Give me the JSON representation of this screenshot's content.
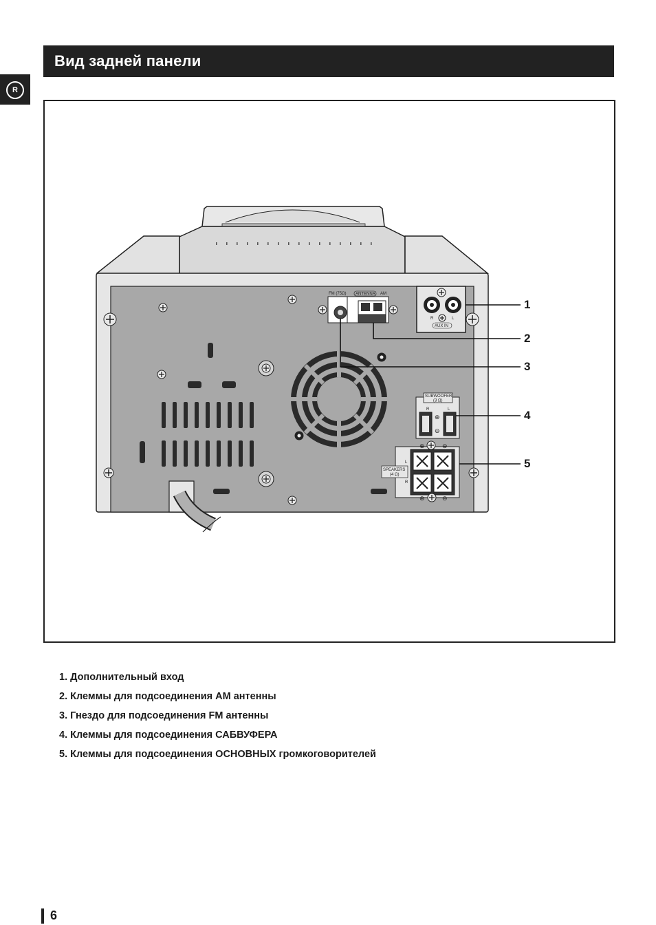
{
  "header": {
    "title": "Вид задней панели"
  },
  "language_tab": {
    "letter": "R"
  },
  "figure": {
    "panel_labels": {
      "fm": "FM (75Ω)",
      "antenna": "ANTENNA",
      "am": "AM",
      "aux_in": "AUX IN",
      "aux_r": "R",
      "aux_l": "L",
      "subwoofer": "SUBWOOFER",
      "subwoofer_imp": "(3 Ω)",
      "sub_r": "R",
      "sub_l": "L",
      "speakers": "SPEAKERS",
      "speakers_imp": "(4 Ω)",
      "spk_l": "L",
      "spk_r": "R"
    },
    "callouts": [
      "1",
      "2",
      "3",
      "4",
      "5"
    ]
  },
  "legend": [
    {
      "num": "1.",
      "text": "Дополнительный вход"
    },
    {
      "num": "2.",
      "text": "Клеммы для подсоединения AM антенны"
    },
    {
      "num": "3.",
      "text": "Гнездо для подсоединения FM антенны"
    },
    {
      "num": "4.",
      "text": "Клеммы для подсоединения САБВУФЕРА"
    },
    {
      "num": "5.",
      "text": "Клеммы для подсоединения ОСНОВНЫХ громкоговорителей"
    }
  ],
  "footer": {
    "page_number": "6"
  }
}
